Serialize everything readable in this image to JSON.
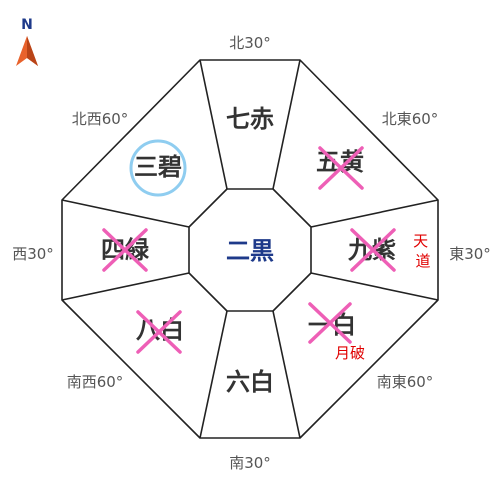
{
  "compass": {
    "north_letter": "N",
    "arrow_color": "#e8622c",
    "letter_color": "#1e3a8a"
  },
  "colors": {
    "outline": "#222222",
    "center_text": "#1e3a8a",
    "sector_text": "#333333",
    "cross_mark": "#ee5fb6",
    "circle_mark": "#8fcdf0",
    "note_text": "#e00000",
    "direction_text": "#555555"
  },
  "directions": {
    "n": "北30°",
    "ne": "北東60°",
    "e": "東30°",
    "se": "南東60°",
    "s": "南30°",
    "sw": "南西60°",
    "w": "西30°",
    "nw": "北西60°"
  },
  "center": {
    "label": "二黒"
  },
  "sectors": {
    "n": {
      "label": "七赤",
      "mark": "none"
    },
    "ne": {
      "label": "五黄",
      "mark": "cross"
    },
    "e": {
      "label": "九紫",
      "mark": "cross"
    },
    "se": {
      "label": "一白",
      "mark": "cross"
    },
    "s": {
      "label": "六白",
      "mark": "none"
    },
    "sw": {
      "label": "八白",
      "mark": "cross"
    },
    "w": {
      "label": "四緑",
      "mark": "cross"
    },
    "nw": {
      "label": "三碧",
      "mark": "circle"
    }
  },
  "notes": {
    "tendo": "天道",
    "geppa": "月破"
  }
}
